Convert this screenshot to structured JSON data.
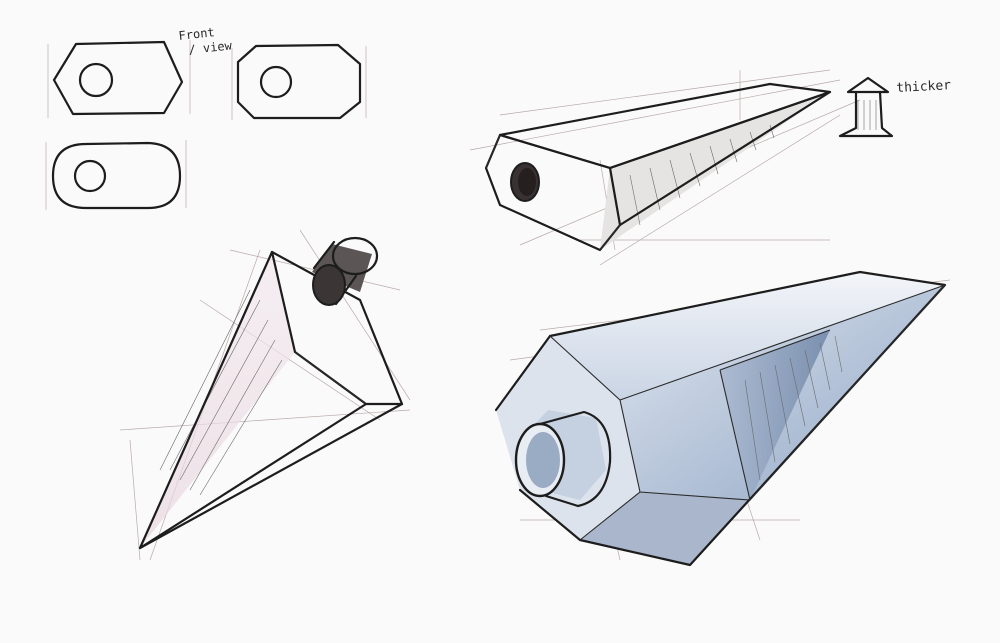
{
  "annotations": {
    "front_word": "Front",
    "view_word": "/ view",
    "thicker_word": "thicker"
  },
  "palette": {
    "ink": "#1d1d1d",
    "construction": "#b9a9a9",
    "paper": "#fbfafa",
    "render_blue": "#8fa6c6"
  }
}
